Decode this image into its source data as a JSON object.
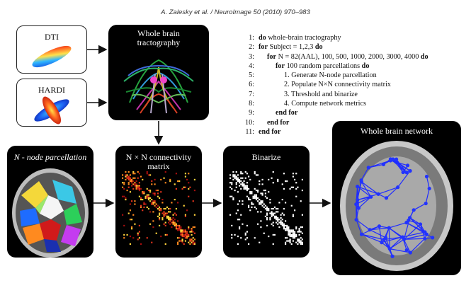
{
  "header": "A. Zalesky et al. / NeuroImage 50 (2010) 970–983",
  "boxes": {
    "dti": "DTI",
    "hardi": "HARDI",
    "tractography": "Whole brain\ntractography",
    "parcellation": "N - node parcellation",
    "connectivity": "N × N  connectivity\nmatrix",
    "binarize": "Binarize",
    "network": "Whole brain network"
  },
  "algorithm": [
    {
      "num": "1:",
      "indent": 0,
      "text": "do whole-brain tractography"
    },
    {
      "num": "2:",
      "indent": 0,
      "text": "for Subject = 1,2,3 do"
    },
    {
      "num": "3:",
      "indent": 1,
      "text": "for N = 82(AAL), 100, 500, 1000, 2000, 3000, 4000 do"
    },
    {
      "num": "4:",
      "indent": 2,
      "text": "for 100 random parcellations do"
    },
    {
      "num": "5:",
      "indent": 3,
      "text": "1. Generate N-node parcellation"
    },
    {
      "num": "6:",
      "indent": 3,
      "text": "2. Populate N×N connectivity matrix"
    },
    {
      "num": "7:",
      "indent": 3,
      "text": "3. Threshold and binarize"
    },
    {
      "num": "8:",
      "indent": 3,
      "text": "4. Compute network metrics"
    },
    {
      "num": "9:",
      "indent": 2,
      "text": "end for"
    },
    {
      "num": "10:",
      "indent": 1,
      "text": "end for"
    },
    {
      "num": "11:",
      "indent": 0,
      "text": "end for"
    }
  ]
}
